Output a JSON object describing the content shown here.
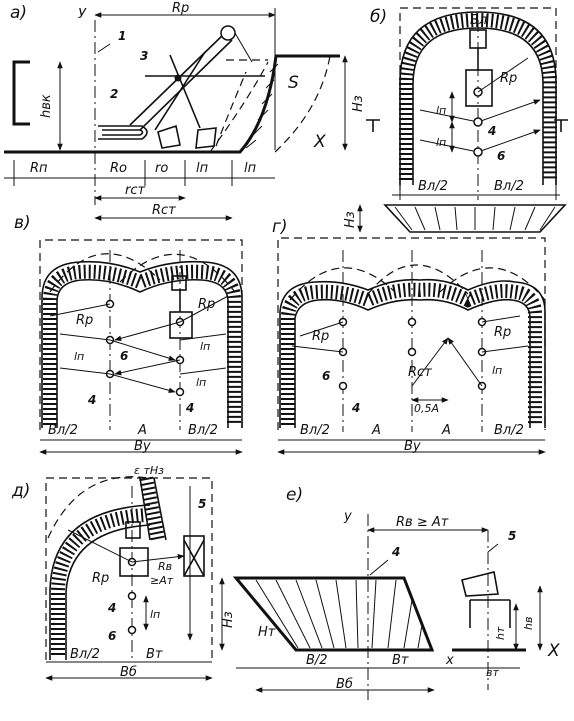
{
  "panel_a": {
    "id": "а)",
    "axis_y": "У",
    "Rp": "Rр",
    "n1": "1",
    "n2": "2",
    "n3": "3",
    "S": "S",
    "X": "X",
    "Hz": "Нз",
    "Hvk": "hвк",
    "Rn": "Rп",
    "Ro": "Rо",
    "ro": "ro",
    "ln": "lп",
    "ln2": "lп",
    "rst": "rст",
    "Rst": "Rст"
  },
  "panel_b": {
    "id": "б)",
    "Bl": "Вл",
    "Rp": "Rр",
    "ln1": "lп",
    "ln2": "lп",
    "n4": "4",
    "n6": "6",
    "Bl2a": "Вл/2",
    "Bl2b": "Вл/2",
    "Hz": "Нз"
  },
  "panel_v": {
    "id": "в)",
    "Rp1": "Rр",
    "Rp2": "Rр",
    "ln1": "lп",
    "ln2": "lп",
    "ln3": "lп",
    "n6": "6",
    "n4a": "4",
    "n4b": "4",
    "Bl2a": "Вл/2",
    "A": "А",
    "Bl2b": "Вл/2",
    "By": "Ву"
  },
  "panel_g": {
    "id": "г)",
    "Rp1": "Rр",
    "Rp2": "Rр",
    "Rst": "Rст",
    "ln": "lп",
    "n6": "6",
    "n4": "4",
    "half": "0,5А",
    "Bl2a": "Вл/2",
    "A1": "А",
    "A2": "А",
    "Bl2b": "Вл/2",
    "By": "Ву"
  },
  "panel_d": {
    "id": "д)",
    "emHz": "ε тНз",
    "n5": "5",
    "Rp": "Rр",
    "Rv": "Rв",
    "geA": "≥Ат",
    "n4": "4",
    "n6": "6",
    "ln": "lп",
    "Bl2": "Вл/2",
    "Bt": "Вт",
    "Bb": "Вб"
  },
  "panel_e": {
    "id": "е)",
    "y": "у",
    "RvA": "Rв ≥ Ат",
    "n4": "4",
    "n5": "5",
    "Hz": "Нз",
    "Hm": "Нт",
    "ht": "hт",
    "hv": "hв",
    "B2": "В/2",
    "Bt": "Вт",
    "x": "х",
    "bt": "вт",
    "Bb": "Вб",
    "X": "Х"
  }
}
